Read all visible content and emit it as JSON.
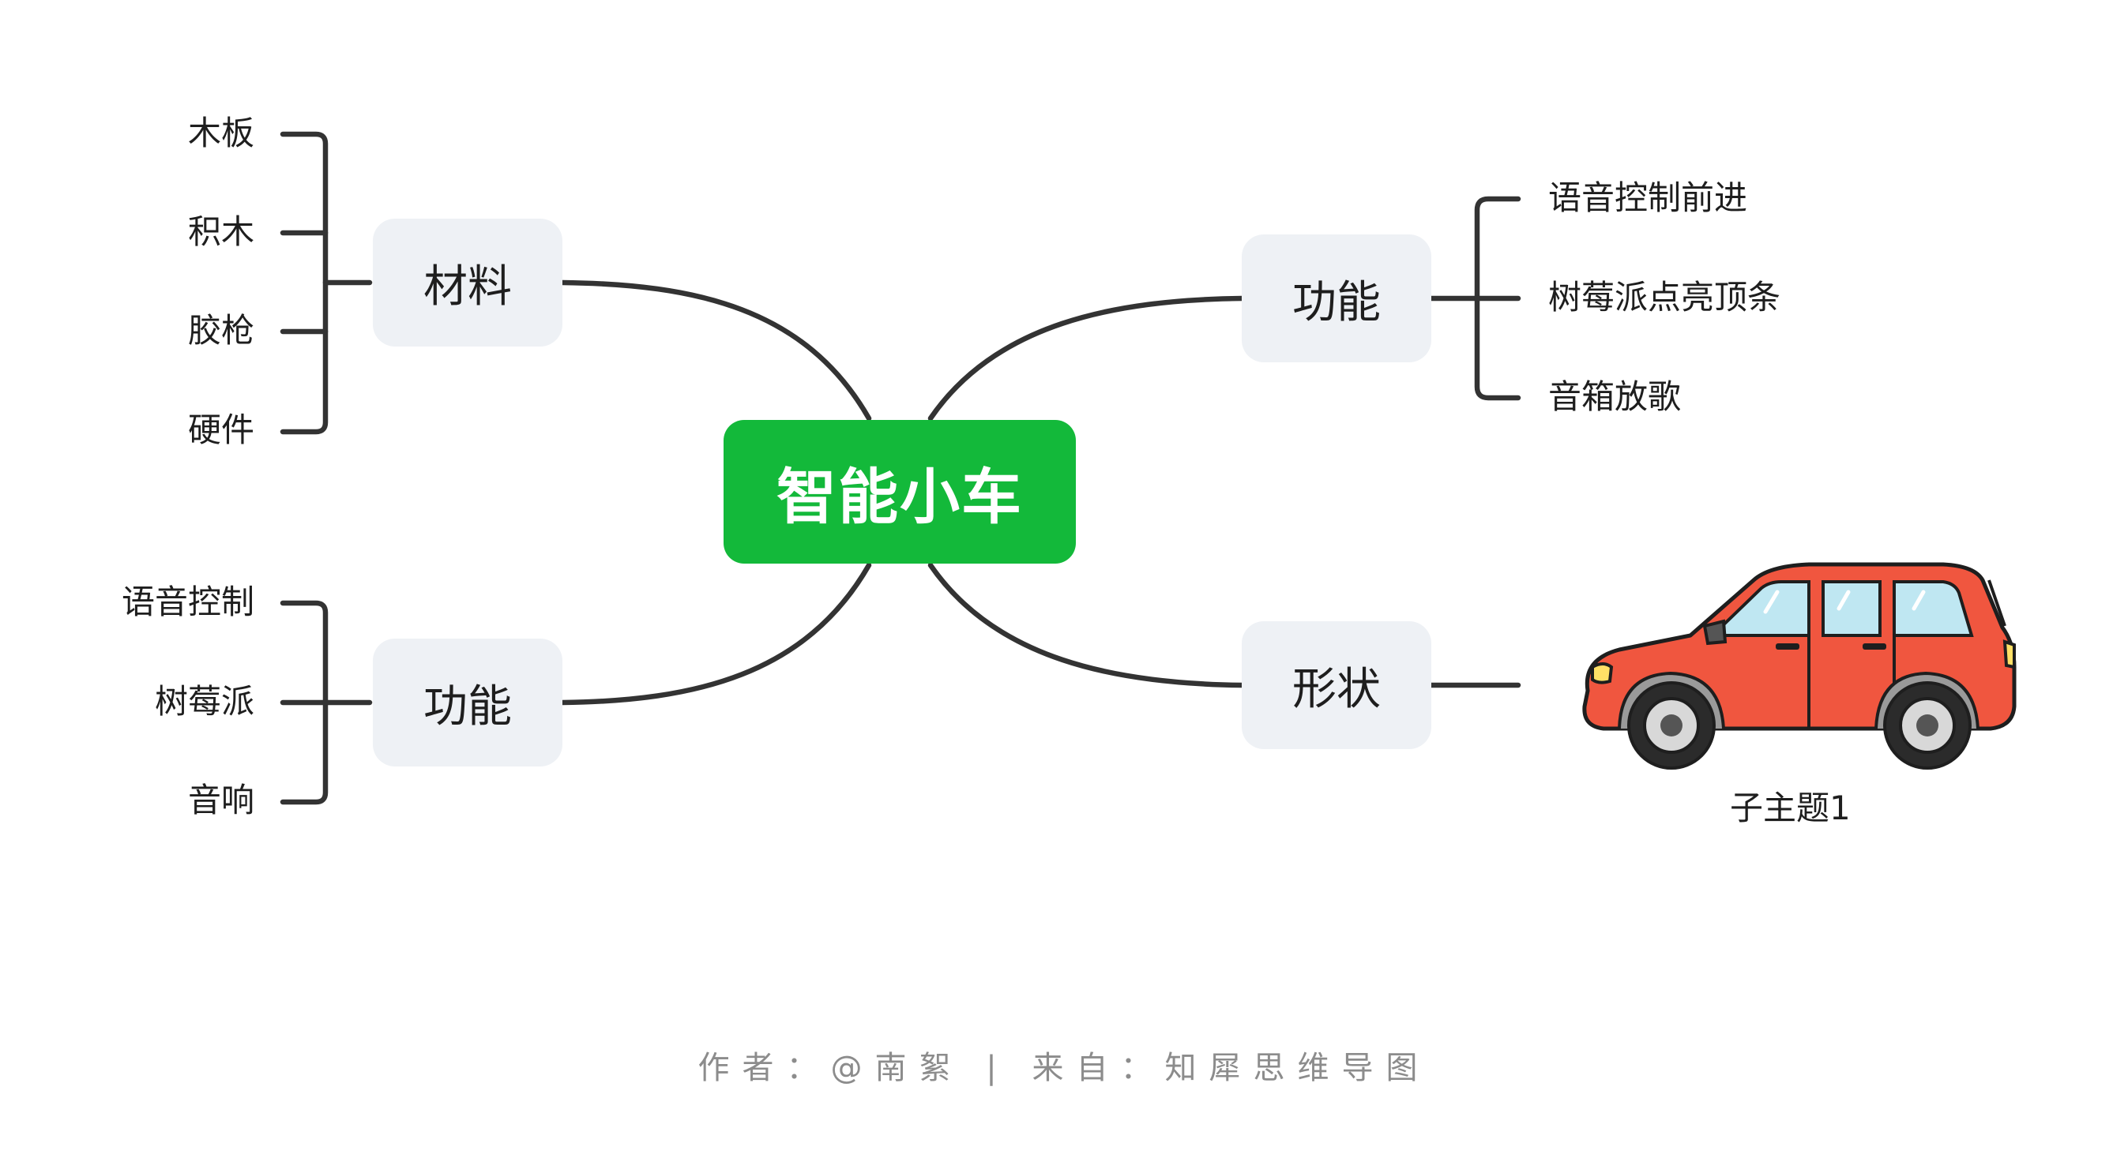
{
  "root": {
    "label": "智能小车"
  },
  "branches": {
    "materials": {
      "label": "材料",
      "items": [
        "木板",
        "积木",
        "胶枪",
        "硬件"
      ]
    },
    "function_left": {
      "label": "功能",
      "items": [
        "语音控制",
        "树莓派",
        "音响"
      ]
    },
    "function_right": {
      "label": "功能",
      "items": [
        "语音控制前进",
        "树莓派点亮顶条",
        "音箱放歌"
      ]
    },
    "shape": {
      "label": "形状",
      "image_caption": "子主题1",
      "image_icon": "red-car-icon"
    }
  },
  "footer": {
    "text": "作者：@南絮 | 来自：知犀思维导图"
  },
  "colors": {
    "root_fill": "#13b93a",
    "branch_fill": "#eef1f5",
    "connector": "#333333",
    "car_body": "#f0563f",
    "footer_text": "#8c8c8c"
  }
}
